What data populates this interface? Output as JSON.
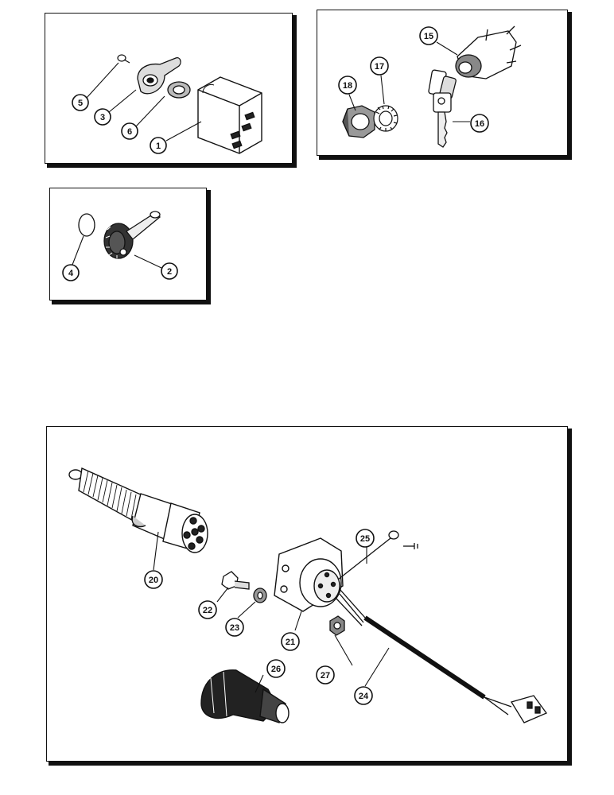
{
  "panels": {
    "top_left": {
      "callouts": {
        "c1": "1",
        "c3": "3",
        "c5": "5",
        "c6": "6"
      },
      "parts": [
        "flasher-relay",
        "mounting-bracket",
        "screw",
        "nut"
      ]
    },
    "top_right": {
      "callouts": {
        "c15": "15",
        "c16": "16",
        "c17": "17",
        "c18": "18"
      },
      "parts": [
        "ignition-switch",
        "keys",
        "lock-washer",
        "hex-nut"
      ]
    },
    "mid_left": {
      "callouts": {
        "c2": "2",
        "c4": "4"
      },
      "parts": [
        "toggle-switch",
        "o-ring"
      ]
    },
    "bottom": {
      "callouts": {
        "c20": "20",
        "c21": "21",
        "c22": "22",
        "c23": "23",
        "c24": "24",
        "c25": "25",
        "c26": "26",
        "c27": "27"
      },
      "parts": [
        "trailer-plug",
        "trailer-socket",
        "bolt",
        "washer",
        "wire-harness",
        "ground-wire",
        "rubber-boot",
        "nut"
      ]
    }
  }
}
